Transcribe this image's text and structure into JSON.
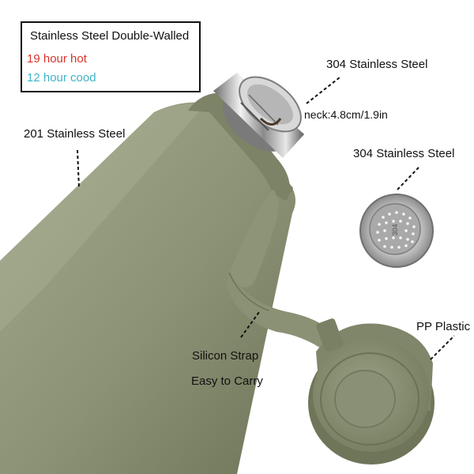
{
  "info_box": {
    "title": "Stainless Steel Double-Walled",
    "hot": "19 hour hot",
    "cold": "12 hour cood",
    "hot_color": "#d9332b",
    "cold_color": "#3fb2c9"
  },
  "labels": {
    "body_material": "201 Stainless Steel",
    "neck_material": "304 Stainless Steel",
    "neck_size": "neck:4.8cm/1.9in",
    "filter_material": "304 Stainless Steel",
    "filter_mark": "304",
    "strap": "Silicon Strap",
    "strap_note": "Easy to Carry",
    "cap_material": "PP Plastic"
  },
  "colors": {
    "bottle": "#8e9577",
    "bottle_dark": "#6f7559",
    "steel": "#c9c9c9"
  }
}
